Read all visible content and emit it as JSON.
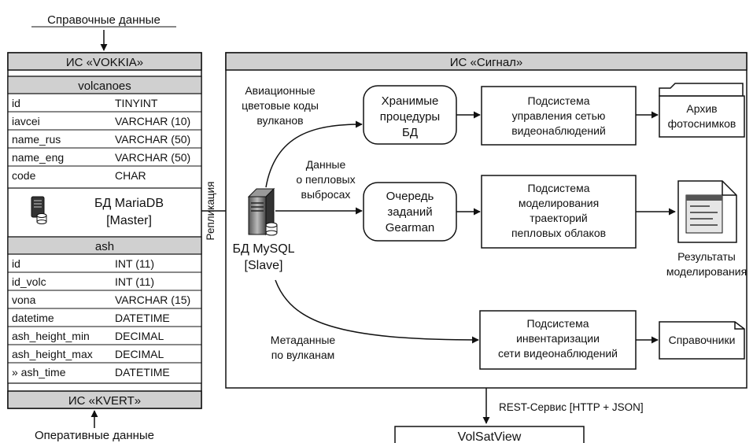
{
  "top_label": "Справочные данные",
  "bottom_label": "Оперативные данные",
  "left_system": {
    "title": "ИС «VOKKIA»",
    "volcanoes_table": {
      "name": "volcanoes",
      "rows": [
        [
          "id",
          "TINYINT"
        ],
        [
          "iavcei",
          "VARCHAR (10)"
        ],
        [
          "name_rus",
          "VARCHAR (50)"
        ],
        [
          "name_eng",
          "VARCHAR (50)"
        ],
        [
          "code",
          "CHAR"
        ]
      ]
    },
    "db_line1": "БД MariaDB",
    "db_line2": "[Master]",
    "ash_table": {
      "name": "ash",
      "rows": [
        [
          "id",
          "INT (11)"
        ],
        [
          "id_volc",
          "INT (11)"
        ],
        [
          "vona",
          "VARCHAR (15)"
        ],
        [
          "datetime",
          "DATETIME"
        ],
        [
          "ash_height_min",
          "DECIMAL"
        ],
        [
          "ash_height_max",
          "DECIMAL"
        ],
        [
          "» ash_time",
          "DATETIME"
        ]
      ]
    },
    "kvert_title": "ИС «KVERT»"
  },
  "replication_label": "Репликация",
  "signal_system": {
    "title": "ИС «Сигнал»",
    "slave_line1": "БД MySQL",
    "slave_line2": "[Slave]",
    "label_aviation": [
      "Авиационные",
      "цветовые коды",
      "вулканов"
    ],
    "label_ash_data": [
      "Данные",
      "о пепловых",
      "выбросах"
    ],
    "label_metadata": [
      "Метаданные",
      "по вулканам"
    ],
    "stored_procs": [
      "Хранимые",
      "процедуры",
      "БД"
    ],
    "queue": [
      "Очередь",
      "заданий",
      "Gearman"
    ],
    "subsystem_video": [
      "Подсистема",
      "управления сетью",
      "видеонаблюдений"
    ],
    "subsystem_model": [
      "Подсистема",
      "моделирования",
      "траекторий",
      "пепловых облаков"
    ],
    "subsystem_inventory": [
      "Подсистема",
      "инвентаризации",
      "сети видеонаблюдений"
    ],
    "archive": [
      "Архив",
      "фотоснимков"
    ],
    "results": [
      "Результаты",
      "моделирования"
    ],
    "references": "Справочники"
  },
  "rest_label": "REST-Сервис [HTTP + JSON]",
  "volsatview": "VolSatView"
}
